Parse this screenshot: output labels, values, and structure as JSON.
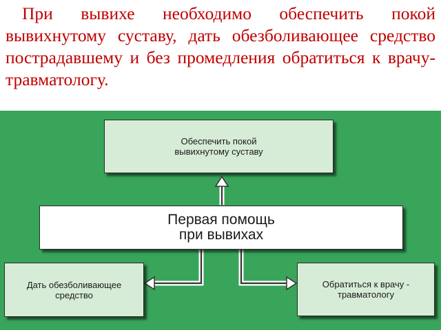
{
  "slide": {
    "text": "При вывихе необходимо обеспечить покой вывихнутому суставу, дать обезболивающее средство пострадавшему и без промедления обратиться к врачу-травматологу."
  },
  "diagram": {
    "center": {
      "line1": "Первая помощь",
      "line2": "при вывихах"
    },
    "top": {
      "line1": "Обеспечить покой",
      "line2": "вывихнутому суставу"
    },
    "left": {
      "line1": "Дать обезболивающее",
      "line2": "средство"
    },
    "right": {
      "line1": "Обратиться к врачу -",
      "line2": "травматологу"
    }
  },
  "colors": {
    "text_red": "#c00000",
    "panel_green": "#39a55a",
    "box_light_green": "#d6ecd6",
    "box_white": "#ffffff"
  }
}
